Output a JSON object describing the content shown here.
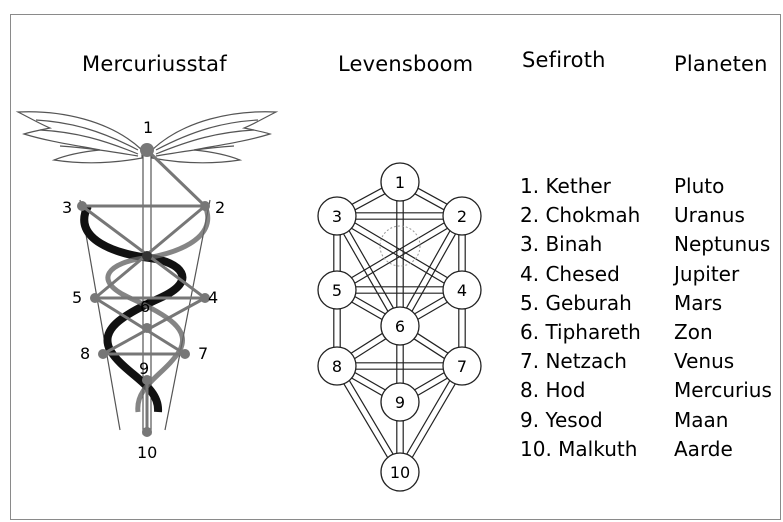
{
  "headers": {
    "mercuriusstaf": "Mercuriusstaf",
    "levensboom": "Levensboom",
    "sefiroth": "Sefiroth",
    "planeten": "Planeten"
  },
  "sefiroth": [
    "1. Kether",
    "2. Chokmah",
    "3. Binah",
    "4. Chesed",
    "5. Geburah",
    "6. Tiphareth",
    "7. Netzach",
    "8. Hod",
    "9. Yesod",
    "10. Malkuth"
  ],
  "planeten": [
    "Pluto",
    "Uranus",
    "Neptunus",
    "Jupiter",
    "Mars",
    "Zon",
    "Venus",
    "Mercurius",
    "Maan",
    "Aarde"
  ],
  "staff_labels": [
    "1",
    "2",
    "3",
    "4",
    "5",
    "6",
    "7",
    "8",
    "9",
    "10"
  ],
  "tree_labels": [
    "1",
    "2",
    "3",
    "4",
    "5",
    "6",
    "7",
    "8",
    "9",
    "10"
  ]
}
